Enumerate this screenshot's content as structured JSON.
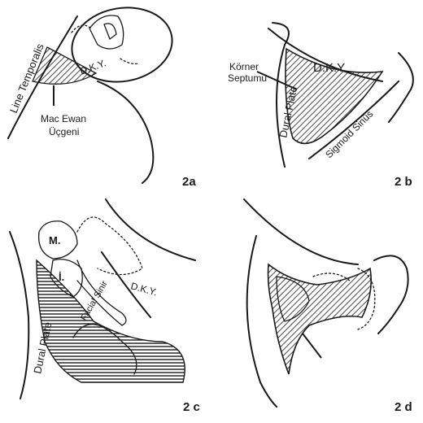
{
  "figure": {
    "panels": [
      {
        "id": "2a",
        "labels": {
          "line_temporalis": "Line Temporalis",
          "dky": "D.K.Y.",
          "mac_ewan": "Mac Ewan",
          "ucgeni": "Üçgeni",
          "panel": "2a"
        }
      },
      {
        "id": "2b",
        "labels": {
          "dky": "D.K.Y.",
          "korner": "Körner",
          "septumu": "Septumu",
          "dural_plate": "Dural Plate",
          "sigmoid_sinus": "Sigmoid Sinüs",
          "panel": "2 b"
        }
      },
      {
        "id": "2c",
        "labels": {
          "m": "M.",
          "i": "İ.",
          "dky": "D.K.Y.",
          "facial_sinir": "Facial Sinir",
          "dural_plate": "Dural Plate",
          "panel": "2 c"
        }
      },
      {
        "id": "2d",
        "labels": {
          "panel": "2 d"
        }
      }
    ],
    "ink_color": "#1a1a1a",
    "background": "#ffffff"
  }
}
